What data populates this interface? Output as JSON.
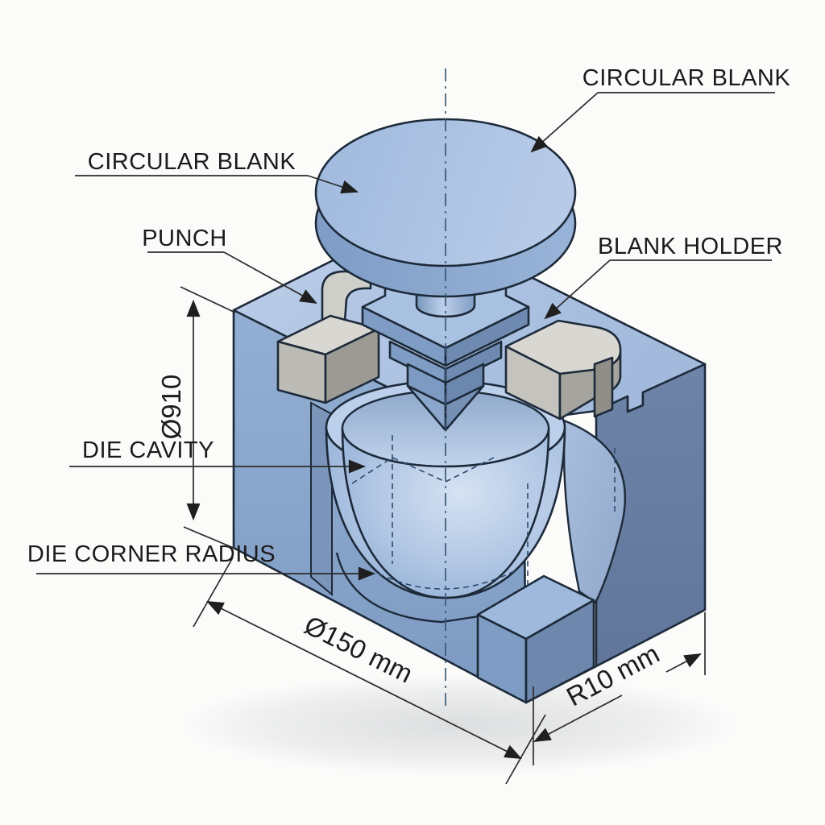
{
  "labels": {
    "circular_blank_top": "CIRCULAR BLANK",
    "circular_blank_left": "CIRCULAR BLANK",
    "punch": "PUNCH",
    "blank_holder": "BLANK HOLDER",
    "die_cavity": "DIE CAVITY",
    "die_corner_radius": "DIE CORNER RADIUS"
  },
  "dimensions": {
    "blank_diameter": "Ø910",
    "base_width": "Ø150 mm",
    "corner_radius": "R10 mm"
  },
  "colors": {
    "die_top_face": "#b2c6e4",
    "die_front_face": "#8aa7cd",
    "die_section_face": "#667da0",
    "cavity_bowl_light": "#d5e2f2",
    "cavity_bowl_dark": "#8fadd4",
    "blank_disc": "#a9c2e2",
    "holder_gray_light": "#d8d7d2",
    "holder_gray_dark": "#9b9a94",
    "outline": "#1d2a3a",
    "label_text": "#1b1b1b",
    "background": "#fbfbfa"
  }
}
